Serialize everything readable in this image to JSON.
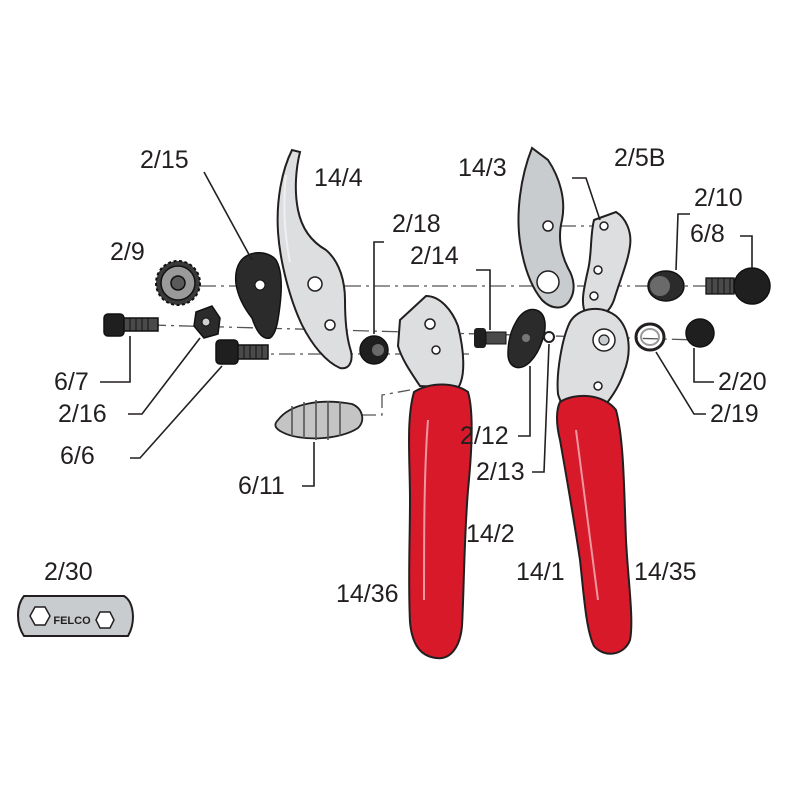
{
  "labels": {
    "l_2_15": "2/15",
    "l_14_4": "14/4",
    "l_14_3": "14/3",
    "l_2_5b": "2/5B",
    "l_2_10": "2/10",
    "l_6_8": "6/8",
    "l_2_9": "2/9",
    "l_2_18": "2/18",
    "l_2_14": "2/14",
    "l_6_7": "6/7",
    "l_2_16": "2/16",
    "l_6_6": "6/6",
    "l_2_12": "2/12",
    "l_2_13": "2/13",
    "l_2_20": "2/20",
    "l_2_19": "2/19",
    "l_6_11": "6/11",
    "l_14_2": "14/2",
    "l_14_1": "14/1",
    "l_14_35": "14/35",
    "l_14_36": "14/36",
    "l_2_30": "2/30"
  },
  "wrench_text": "FELCO",
  "colors": {
    "handle": "#d7192a",
    "metal": "#dcdee0",
    "dark_part": "#2b2b2b",
    "line": "#231f20"
  }
}
